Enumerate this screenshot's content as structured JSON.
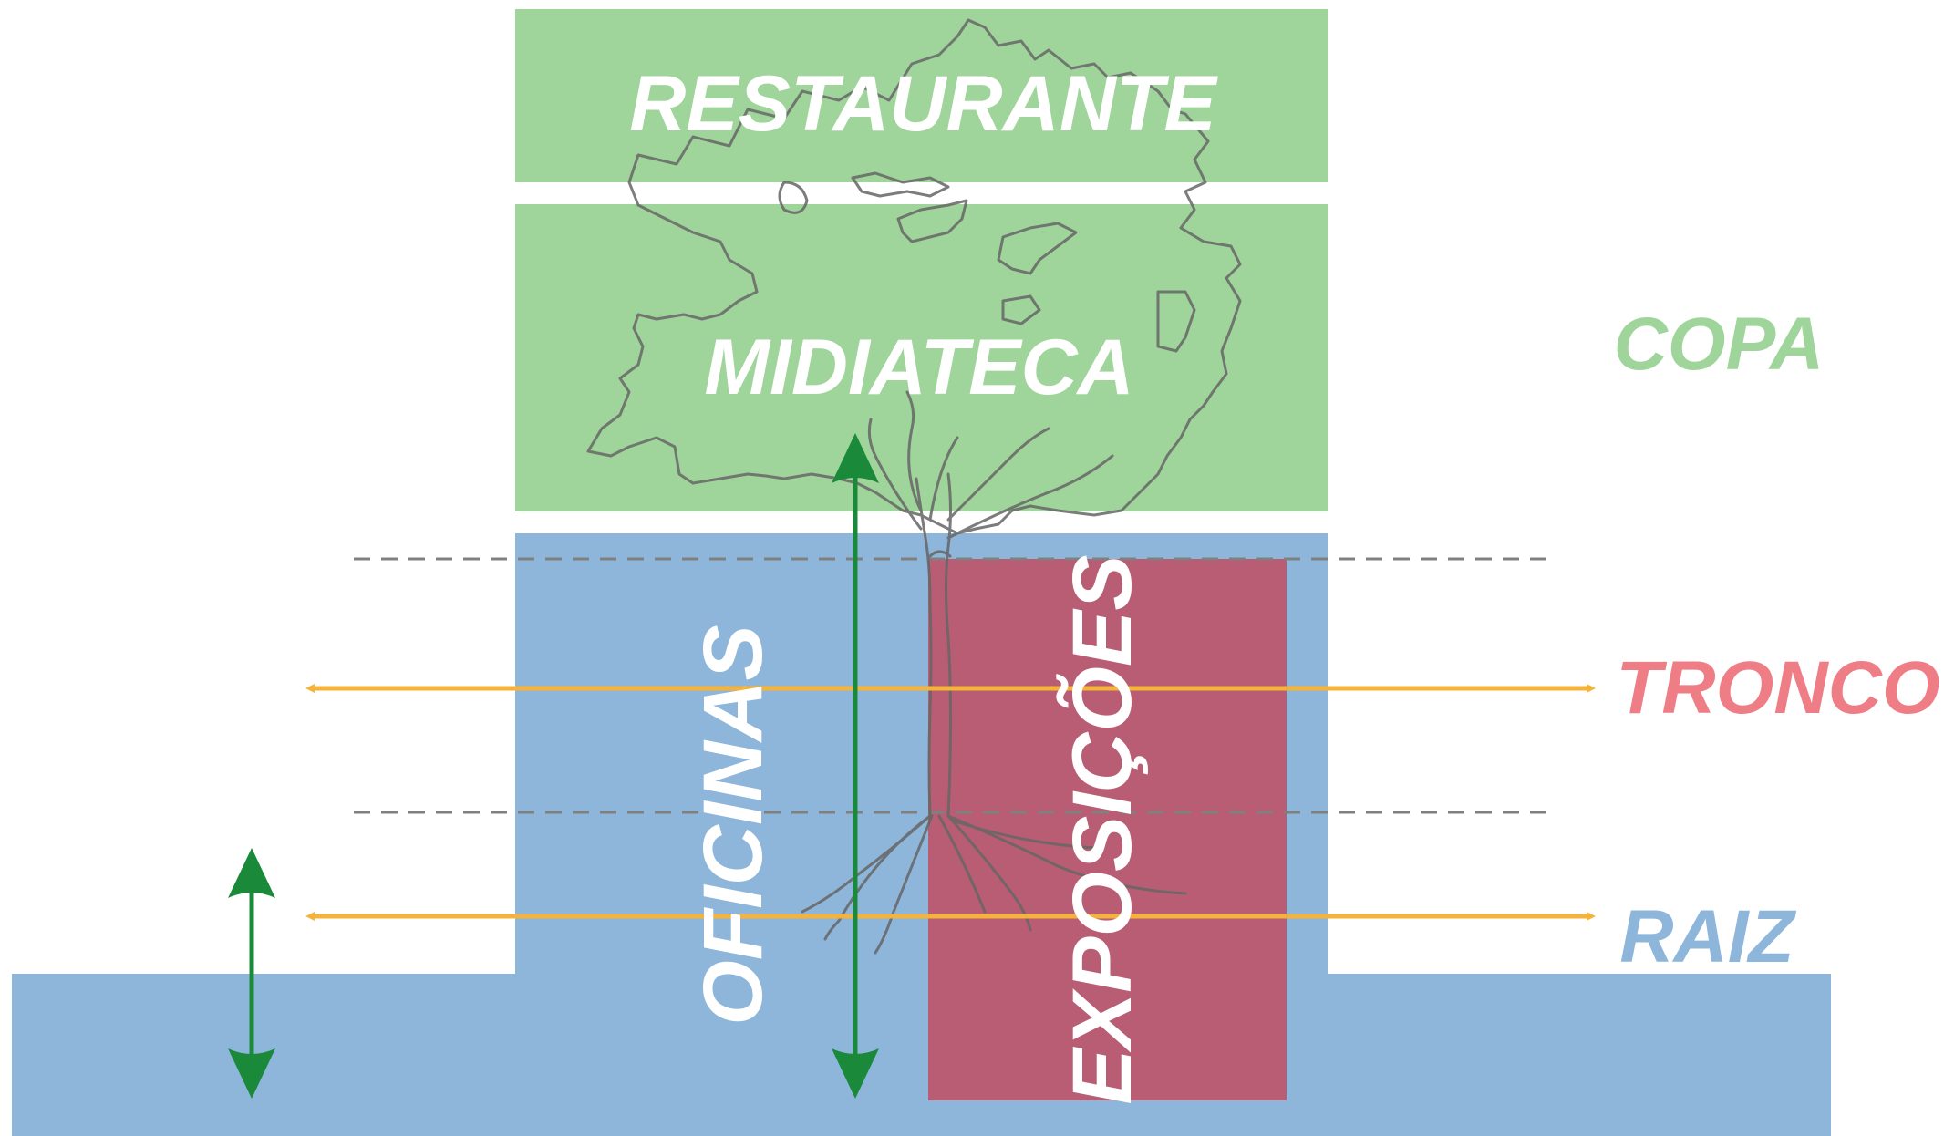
{
  "blocks": {
    "restaurante": "RESTAURANTE",
    "midiateca": "MIDIATECA",
    "oficinas": "OFICINAS",
    "exposicoes": "EXPOSIÇÕES"
  },
  "levels": {
    "copa": "COPA",
    "tronco": "TRONCO",
    "raiz": "RAIZ"
  },
  "colors": {
    "copa_green": "#9fd49b",
    "raiz_blue": "#8db6da",
    "exposicoes_red": "#b85d73",
    "tronco_label": "#ee7d86",
    "copa_label": "#9fd49b",
    "raiz_label": "#8db6da",
    "arrow_orange": "#f6b33c",
    "arrow_green": "#1a8a3a",
    "tree_outline": "#666666",
    "dashed_line": "#808080"
  },
  "icons": {
    "tree": "tree-outline-icon"
  }
}
